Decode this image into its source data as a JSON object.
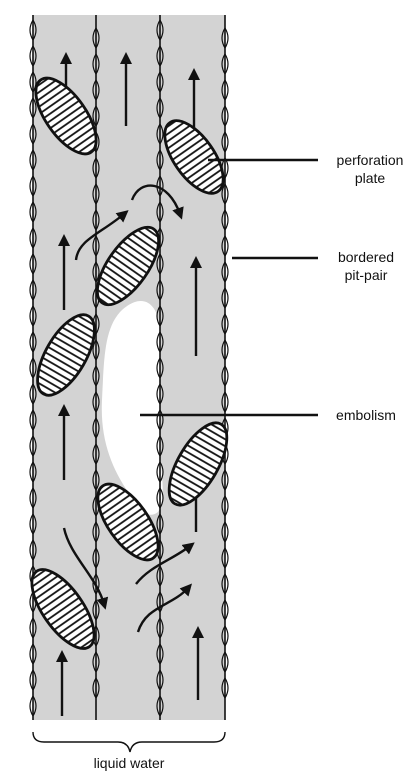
{
  "labels": {
    "perforation_plate_line1": "perforation",
    "perforation_plate_line2": "plate",
    "bordered_pit_pair_line1": "bordered",
    "bordered_pit_pair_line2": "pit-pair",
    "embolism": "embolism",
    "liquid_water": "liquid water"
  },
  "colors": {
    "water": "#d3d3d3",
    "embolism": "#ffffff",
    "ink": "#111111"
  }
}
